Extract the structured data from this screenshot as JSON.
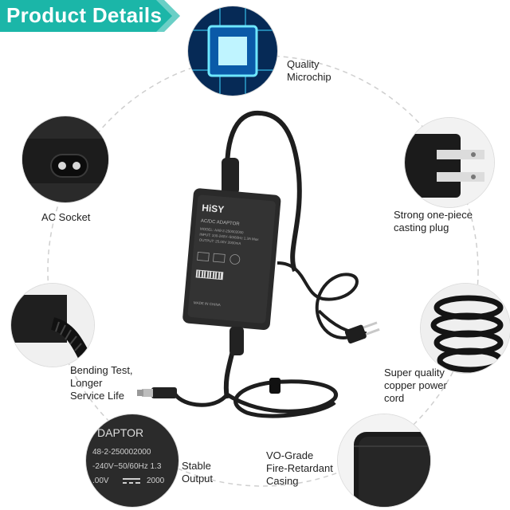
{
  "banner": {
    "title": "Product Details",
    "color": "#1bb6a8"
  },
  "features": [
    {
      "id": "microchip",
      "line1": "Quality",
      "line2": "Microchip"
    },
    {
      "id": "ac-socket",
      "line1": "AC Socket",
      "line2": ""
    },
    {
      "id": "plug",
      "line1": "Strong one-piece",
      "line2": "casting plug"
    },
    {
      "id": "bending",
      "line1": "Bending Test,",
      "line2": "Longer",
      "line3": "Service Life"
    },
    {
      "id": "cord",
      "line1": "Super quality",
      "line2": "copper power",
      "line3": "cord"
    },
    {
      "id": "output",
      "line1": "Stable",
      "line2": "Output"
    },
    {
      "id": "casing",
      "line1": "VO-Grade",
      "line2": "Fire-Retardant",
      "line3": "Casing"
    }
  ],
  "label_closeup": {
    "line1": "DAPTOR",
    "line2": "48-2-250002000",
    "line3": "-240V~50/60Hz 1.3",
    "line4": ".00V",
    "line5": "2000"
  },
  "adapter_label": {
    "brand": "HiSY",
    "title": "AC/DC ADAPTOR",
    "model": "MODEL: AA8-2-250002000",
    "input": "INPUT: 100-240V~50/60Hz 1.3A Max",
    "output": "OUTPUT: 25.00V  2000mA",
    "made": "MADE IN CHINA"
  }
}
